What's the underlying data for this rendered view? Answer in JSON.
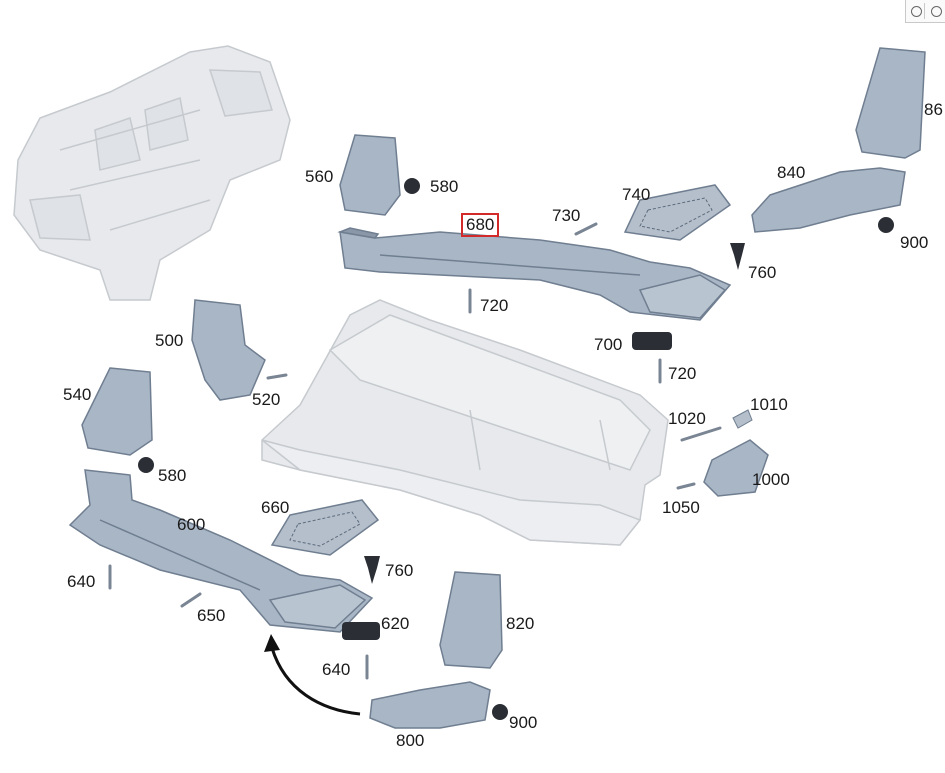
{
  "diagram": {
    "highlighted_part": "680",
    "part_labels": [
      {
        "id": "p560",
        "text": "560"
      },
      {
        "id": "p580a",
        "text": "580"
      },
      {
        "id": "p680",
        "text": "680"
      },
      {
        "id": "p730",
        "text": "730"
      },
      {
        "id": "p740",
        "text": "740"
      },
      {
        "id": "p860",
        "text": "86"
      },
      {
        "id": "p840",
        "text": "840"
      },
      {
        "id": "p900a",
        "text": "900"
      },
      {
        "id": "p760a",
        "text": "760"
      },
      {
        "id": "p720a",
        "text": "720"
      },
      {
        "id": "p500",
        "text": "500"
      },
      {
        "id": "p700",
        "text": "700"
      },
      {
        "id": "p720b",
        "text": "720"
      },
      {
        "id": "p520",
        "text": "520"
      },
      {
        "id": "p540",
        "text": "540"
      },
      {
        "id": "p1020",
        "text": "1020"
      },
      {
        "id": "p1010",
        "text": "1010"
      },
      {
        "id": "p580b",
        "text": "580"
      },
      {
        "id": "p1000",
        "text": "1000"
      },
      {
        "id": "p660",
        "text": "660"
      },
      {
        "id": "p1050",
        "text": "1050"
      },
      {
        "id": "p600",
        "text": "600"
      },
      {
        "id": "p760b",
        "text": "760"
      },
      {
        "id": "p640a",
        "text": "640"
      },
      {
        "id": "p650",
        "text": "650"
      },
      {
        "id": "p820",
        "text": "820"
      },
      {
        "id": "p620",
        "text": "620"
      },
      {
        "id": "p640b",
        "text": "640"
      },
      {
        "id": "p900b",
        "text": "900"
      },
      {
        "id": "p800",
        "text": "800"
      }
    ]
  },
  "colors": {
    "part_fill": "#a9b6c6",
    "part_stroke": "#6f7e90",
    "ghost_fill": "#e7e9ec",
    "ghost_stroke": "#c6cace",
    "highlight": "#d22a2a",
    "hardware": "#2b2f35"
  }
}
